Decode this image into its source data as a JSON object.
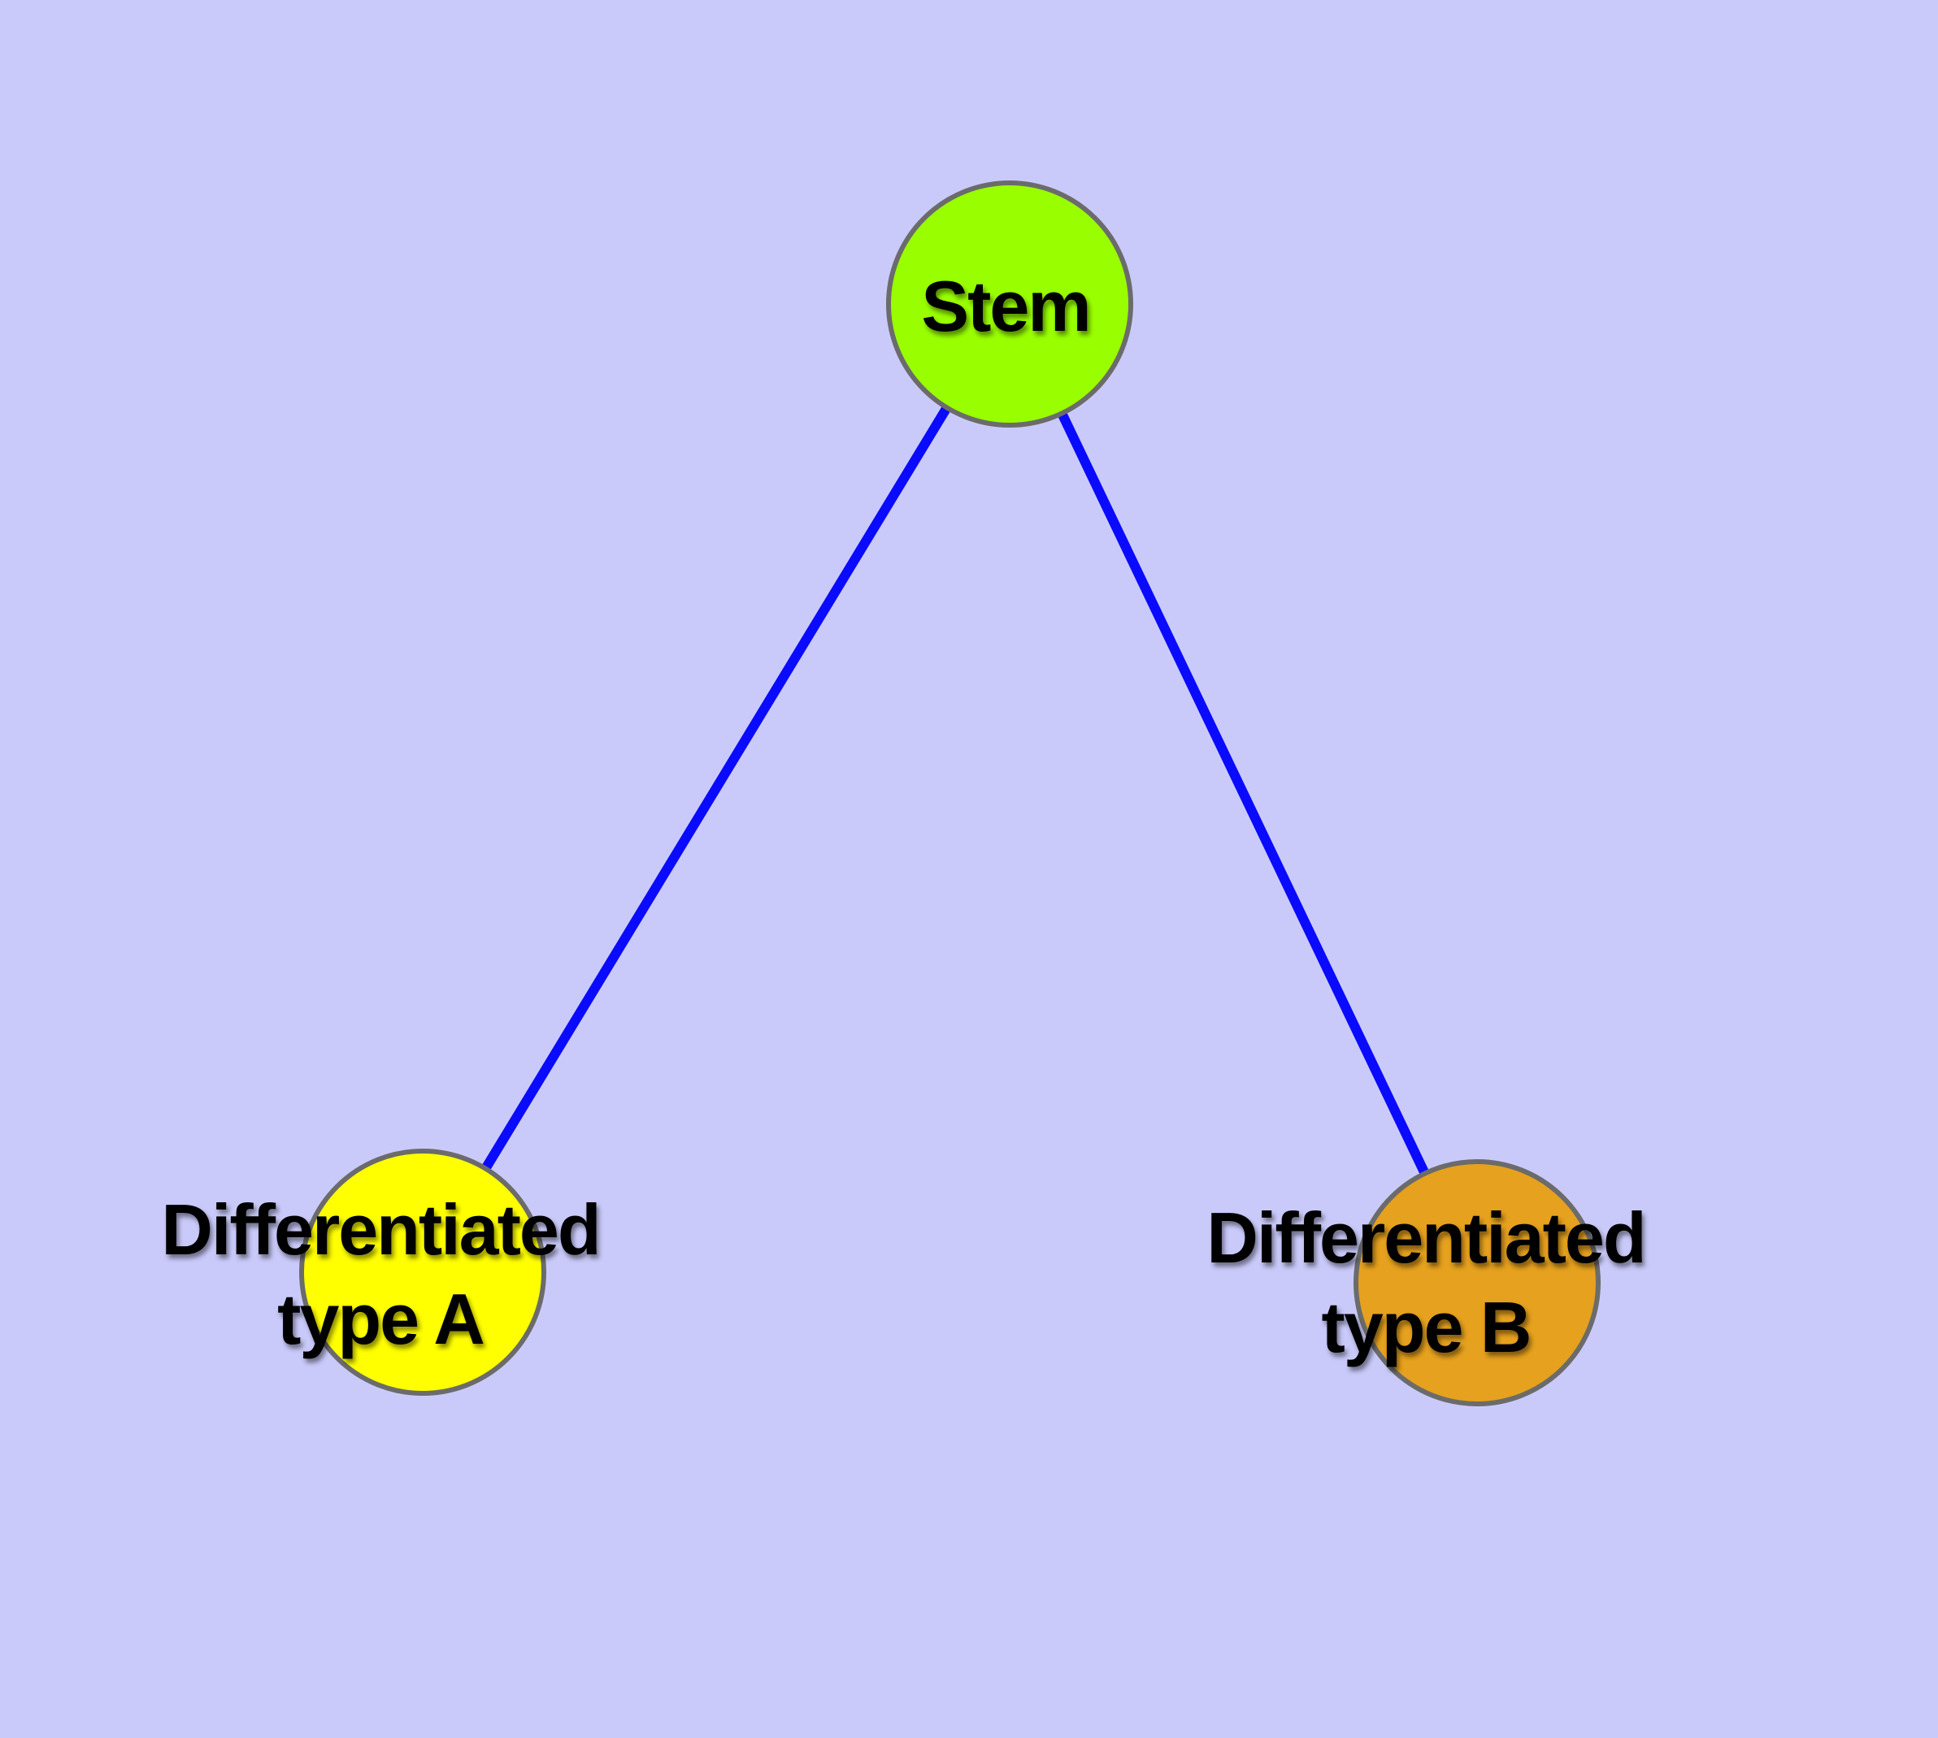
{
  "diagram": {
    "background_color": "#cacafa",
    "edge_color": "#0a0aff",
    "node_border_color": "#6b6b6b",
    "nodes": [
      {
        "id": "stem",
        "label": "Stem",
        "fill_color": "#99ff00"
      },
      {
        "id": "differentiated-type-a",
        "label": "Differentiated\ntype A",
        "fill_color": "#ffff00"
      },
      {
        "id": "differentiated-type-b",
        "label": "Differentiated\ntype B",
        "fill_color": "#e6a11e"
      }
    ],
    "edges": [
      {
        "from": "stem",
        "to": "differentiated-type-a"
      },
      {
        "from": "stem",
        "to": "differentiated-type-b"
      }
    ]
  }
}
